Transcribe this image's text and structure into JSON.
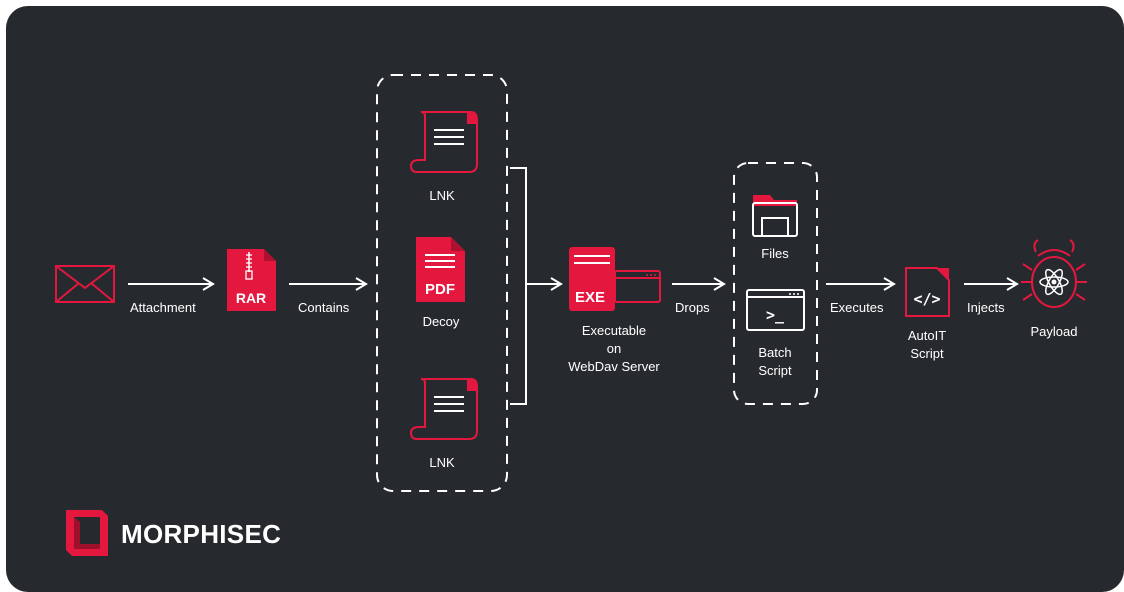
{
  "diagram": {
    "labels": {
      "attachment": "Attachment",
      "contains": "Contains",
      "drops": "Drops",
      "executes": "Executes",
      "injects": "Injects"
    },
    "nodes": {
      "rar_badge": "RAR",
      "lnk_top": "LNK",
      "pdf_badge": "PDF",
      "decoy": "Decoy",
      "lnk_bottom": "LNK",
      "exe_badge": "EXE",
      "exe_line1": "Executable",
      "exe_line2": "on",
      "exe_line3": "WebDav Server",
      "files": "Files",
      "batch_prompt": ">_",
      "batch_line1": "Batch",
      "batch_line2": "Script",
      "autoit_badge": "</>",
      "autoit_line1": "AutoIT",
      "autoit_line2": "Script",
      "payload": "Payload"
    },
    "brand": "MORPHISEC"
  },
  "colors": {
    "background": "#262a2e",
    "accent": "#e4173f",
    "stroke": "#ffffff"
  },
  "icons": [
    "envelope-icon",
    "rar-archive-icon",
    "lnk-scroll-icon",
    "pdf-file-icon",
    "exe-window-icon",
    "folder-icon",
    "terminal-icon",
    "code-file-icon",
    "bug-icon",
    "morphisec-logo"
  ]
}
